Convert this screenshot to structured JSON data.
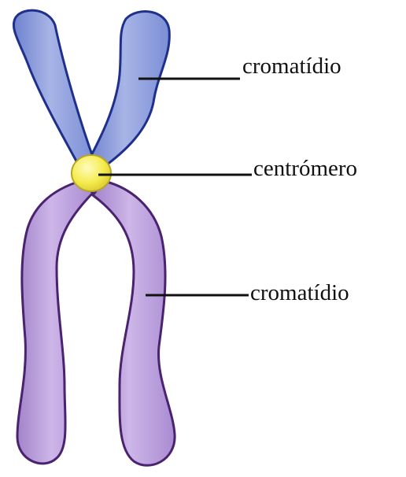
{
  "labels": {
    "upper_chromatid": "cromatídio",
    "centromere": "centrómero",
    "lower_chromatid": "cromatídio"
  },
  "colors": {
    "upper_arm_fill": "#8fa0dc",
    "upper_arm_outline": "#1f2f8c",
    "lower_arm_fill": "#b79ad6",
    "lower_arm_outline": "#4a2270",
    "centromere_fill": "#f4ec55",
    "centromere_outline": "#b5a626",
    "leader_line": "#111111"
  }
}
